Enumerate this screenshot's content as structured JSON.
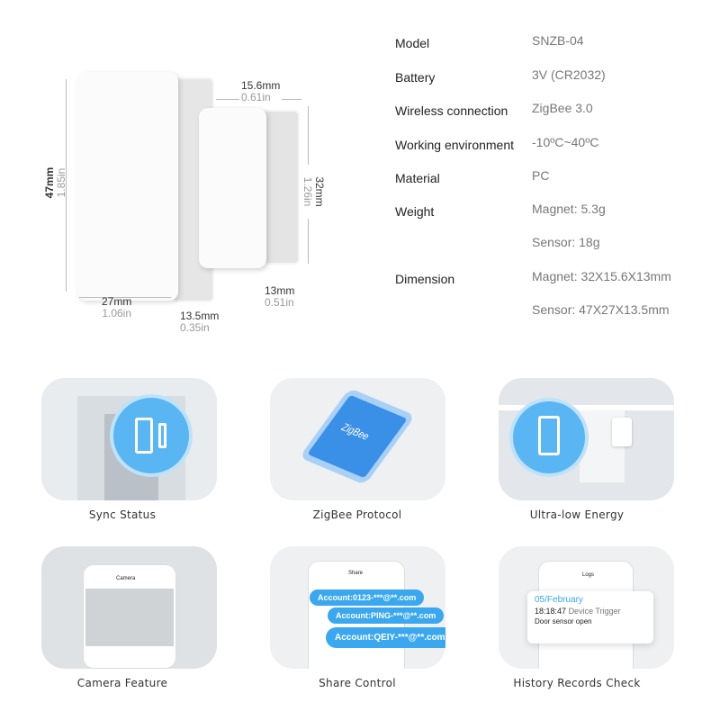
{
  "dimensions": {
    "height_main": {
      "mm": "47mm",
      "in": "1.85in"
    },
    "width_main": {
      "mm": "27mm",
      "in": "1.06in"
    },
    "depth_main": {
      "mm": "13.5mm",
      "in": "0.35in"
    },
    "width_magnet": {
      "mm": "15.6mm",
      "in": "0.61in"
    },
    "height_magnet": {
      "mm": "32mm",
      "in": "1.26in"
    },
    "depth_magnet": {
      "mm": "13mm",
      "in": "0.51in"
    }
  },
  "specs": [
    {
      "label": "Model",
      "value": "SNZB-04"
    },
    {
      "label": "Battery",
      "value": "3V (CR2032)"
    },
    {
      "label": "Wireless connection",
      "value": "ZigBee 3.0"
    },
    {
      "label": "Working environment",
      "value": "-10ºC~40ºC"
    },
    {
      "label": "Material",
      "value": "PC"
    },
    {
      "label": "Weight",
      "value": "Magnet: 5.3g",
      "value2": "Sensor: 18g"
    },
    {
      "label": "Dimension",
      "value": "Magnet: 32X15.6X13mm",
      "value2": "Sensor: 47X27X13.5mm"
    }
  ],
  "features": [
    {
      "caption": "Sync Status"
    },
    {
      "caption": "ZigBee Protocol",
      "chip_text": "ZigBee"
    },
    {
      "caption": "Ultra-low Energy"
    },
    {
      "caption": "Camera Feature",
      "screen_title": "Camera"
    },
    {
      "caption": "Share Control",
      "screen_title": "Share",
      "accounts": [
        "Account:0123-***@**.com",
        "Account:PING-***@**.com",
        "Account:QEIY-***@**.com"
      ]
    },
    {
      "caption": "History Records Check",
      "screen_title": "Logs",
      "record": {
        "date": "05/February",
        "time": "18:18:47",
        "event": "Device Trigger",
        "status": "Door sensor open"
      }
    }
  ],
  "colors": {
    "accent": "#3aa7ee",
    "tile": "#eef0f2"
  }
}
